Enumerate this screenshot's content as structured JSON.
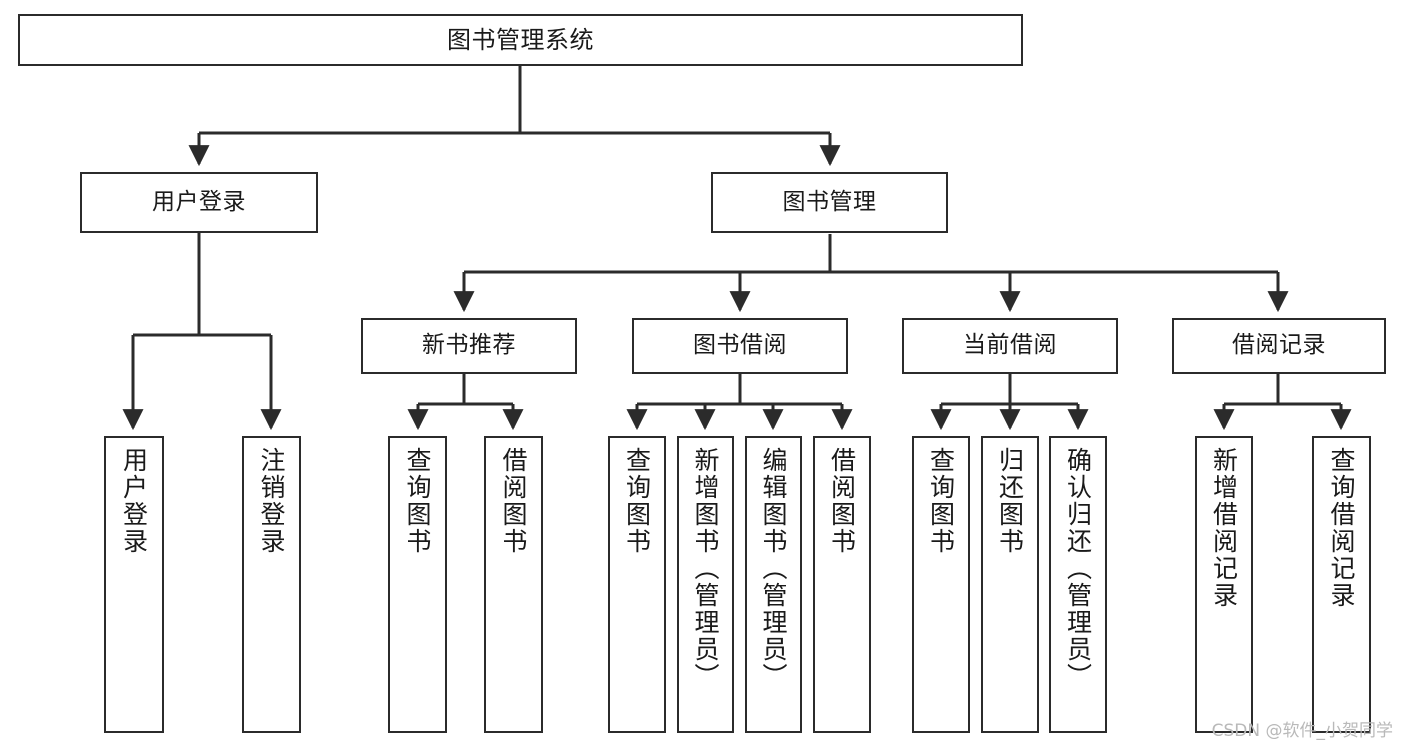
{
  "diagram": {
    "title": "图书管理系统",
    "type": "tree",
    "orientation": "top-down",
    "colors": {
      "stroke": "#2b2b2b",
      "fill": "#ffffff",
      "text": "#1a1a1a",
      "watermark": "#b9b9b9"
    },
    "watermark": "CSDN @软件_小贺同学",
    "nodes": {
      "root": {
        "label": "图书管理系统"
      },
      "level1": [
        {
          "id": "user-login",
          "label": "用户登录"
        },
        {
          "id": "book-manage",
          "label": "图书管理"
        }
      ],
      "level2": [
        {
          "id": "new-book-recommend",
          "label": "新书推荐"
        },
        {
          "id": "book-borrow",
          "label": "图书借阅"
        },
        {
          "id": "current-borrow",
          "label": "当前借阅"
        },
        {
          "id": "borrow-record",
          "label": "借阅记录"
        }
      ],
      "leaves": [
        {
          "id": "leaf-user-login",
          "parent": "user-login",
          "label": "用户登录"
        },
        {
          "id": "leaf-user-logout",
          "parent": "user-login",
          "label": "注销登录"
        },
        {
          "id": "leaf-query-book-1",
          "parent": "new-book-recommend",
          "label": "查询图书"
        },
        {
          "id": "leaf-borrow-book-1",
          "parent": "new-book-recommend",
          "label": "借阅图书"
        },
        {
          "id": "leaf-query-book-2",
          "parent": "book-borrow",
          "label": "查询图书"
        },
        {
          "id": "leaf-add-book",
          "parent": "book-borrow",
          "label": "新增图书（管理员）"
        },
        {
          "id": "leaf-edit-book",
          "parent": "book-borrow",
          "label": "编辑图书（管理员）"
        },
        {
          "id": "leaf-borrow-book-2",
          "parent": "book-borrow",
          "label": "借阅图书"
        },
        {
          "id": "leaf-query-book-3",
          "parent": "current-borrow",
          "label": "查询图书"
        },
        {
          "id": "leaf-return-book",
          "parent": "current-borrow",
          "label": "归还图书"
        },
        {
          "id": "leaf-confirm-return",
          "parent": "current-borrow",
          "label": "确认归还（管理员）"
        },
        {
          "id": "leaf-add-record",
          "parent": "borrow-record",
          "label": "新增借阅记录"
        },
        {
          "id": "leaf-query-record",
          "parent": "borrow-record",
          "label": "查询借阅记录"
        }
      ]
    }
  }
}
